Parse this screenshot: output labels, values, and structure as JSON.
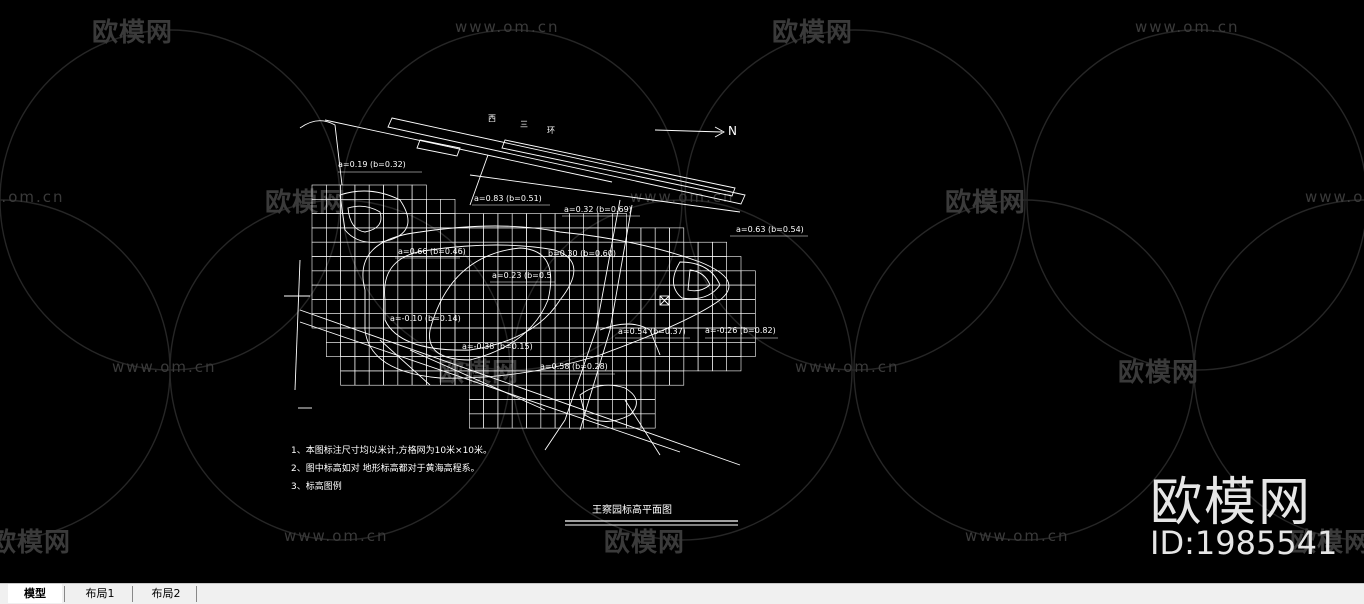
{
  "watermark": {
    "brand": "欧模网",
    "url": "www.om.cn"
  },
  "brand_overlay": {
    "name": "欧模网",
    "id": "ID:1985541"
  },
  "drawing": {
    "north": "N",
    "road_chars": [
      "西",
      "三",
      "环"
    ],
    "labels": [
      "a=0.19 (b=0.32)",
      "a=0.83 (b=0.51)",
      "a=0.32 (b=0.69)",
      "a=0.63 (b=0.54)",
      "a=0.66 (b=0.46)",
      "b=0.30 (b=0.60)",
      "a=0.23 (b=0.5",
      "a=-0.10 (b=0.14)",
      "a=0.54 (b=0.37)",
      "a=-0.26 (b=0.82)",
      "a=-0.38 (b=0.15)",
      "a=0.58 (b=0.28)"
    ],
    "notes": [
      "1、本图标注尺寸均以米计,方格网为10米×10米。",
      "2、图中标高如对    地形标高都对于黄海高程系。",
      "3、标高图例"
    ],
    "title": "王察园标高平面图"
  },
  "tabs": [
    {
      "label": "模型",
      "active": true
    },
    {
      "label": "布局1",
      "active": false
    },
    {
      "label": "布局2",
      "active": false
    }
  ]
}
